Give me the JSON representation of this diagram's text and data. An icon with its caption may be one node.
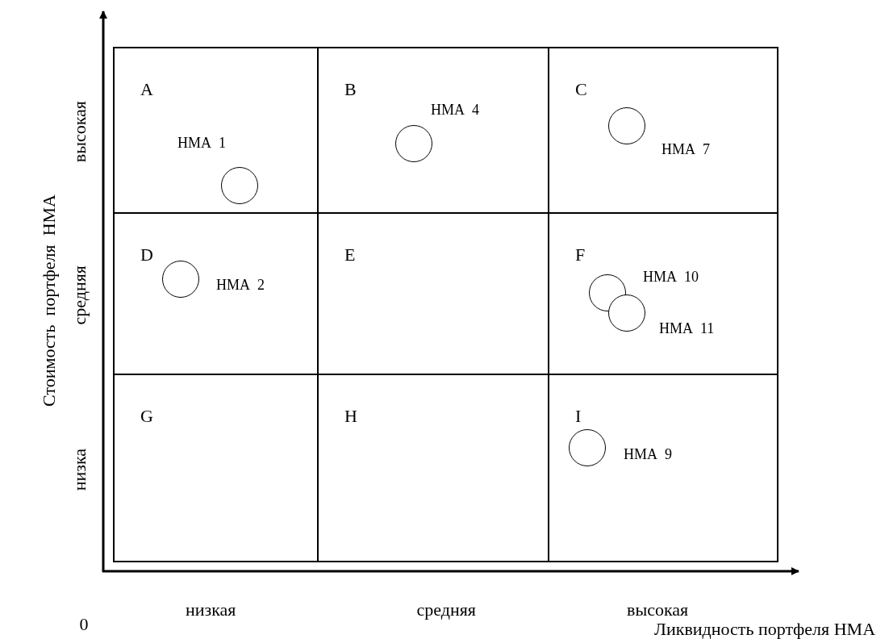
{
  "diagram": {
    "nodes": [
      {
        "text": [
          "A"
        ]
      },
      {
        "text": [],
        "shape": "circle",
        "in": 0,
        "beside": [
          "НМА  1"
        ]
      },
      {
        "text": [
          "B"
        ]
      },
      {
        "text": [],
        "shape": "circle",
        "in": 2,
        "beside": [
          "НМА  4"
        ]
      },
      {
        "text": [
          "C"
        ]
      },
      {
        "text": [],
        "shape": "circle",
        "in": 4,
        "beside": [
          "НМА  7"
        ]
      },
      {
        "text": [
          "D"
        ]
      },
      {
        "text": [],
        "shape": "circle",
        "in": 6,
        "beside": [
          "НМА  2"
        ]
      },
      {
        "text": [
          "E"
        ]
      },
      {
        "text": [
          "F"
        ]
      },
      {
        "text": [],
        "shape": "circle",
        "in": 9,
        "beside": [
          "НМА  10"
        ]
      },
      {
        "text": [],
        "shape": "circle",
        "in": 9,
        "beside": [
          "НМА  11"
        ]
      },
      {
        "text": [
          "G"
        ]
      },
      {
        "text": [
          "H"
        ]
      },
      {
        "text": [
          "I"
        ]
      },
      {
        "text": [],
        "shape": "circle",
        "in": 14,
        "beside": [
          "НМА  9"
        ]
      }
    ],
    "labels": [
      "Стоимость  портфеля  НМА",
      "высокая",
      "средняя",
      "низка",
      "0",
      "низкая",
      "средняя",
      "высокая",
      "Ликвидность портфеля НМА"
    ]
  }
}
